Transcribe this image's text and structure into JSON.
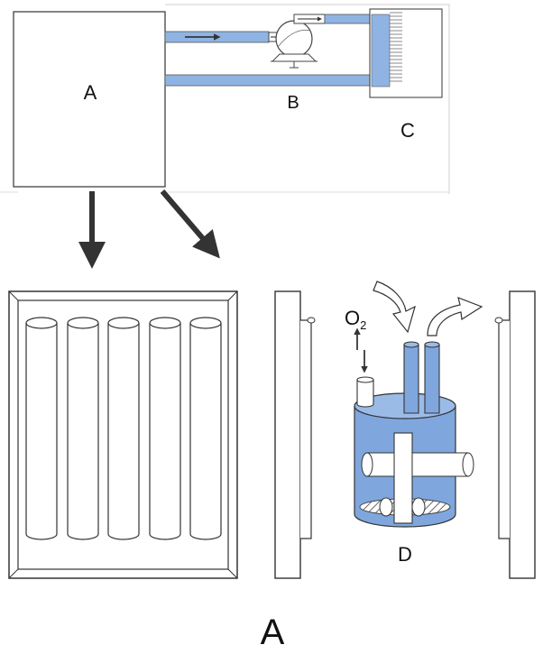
{
  "labels": {
    "box_a": "A",
    "pump": "B",
    "module": "C",
    "vessel": "D",
    "oxygen": "O",
    "oxygen_subscript": "2",
    "caption": "A"
  },
  "colors": {
    "tube_fill": "#8fb4e3",
    "vessel_fill": "#7fa7de",
    "vessel_dark": "#4f7fc8",
    "outline": "#333333",
    "arrow": "#333333",
    "hatch": "#666666"
  },
  "icons": {
    "pump": "centrifugal-pump-icon",
    "mixer": "impeller-icon",
    "flow_in": "curved-inflow-arrow-icon",
    "flow_out": "curved-outflow-arrow-icon"
  }
}
